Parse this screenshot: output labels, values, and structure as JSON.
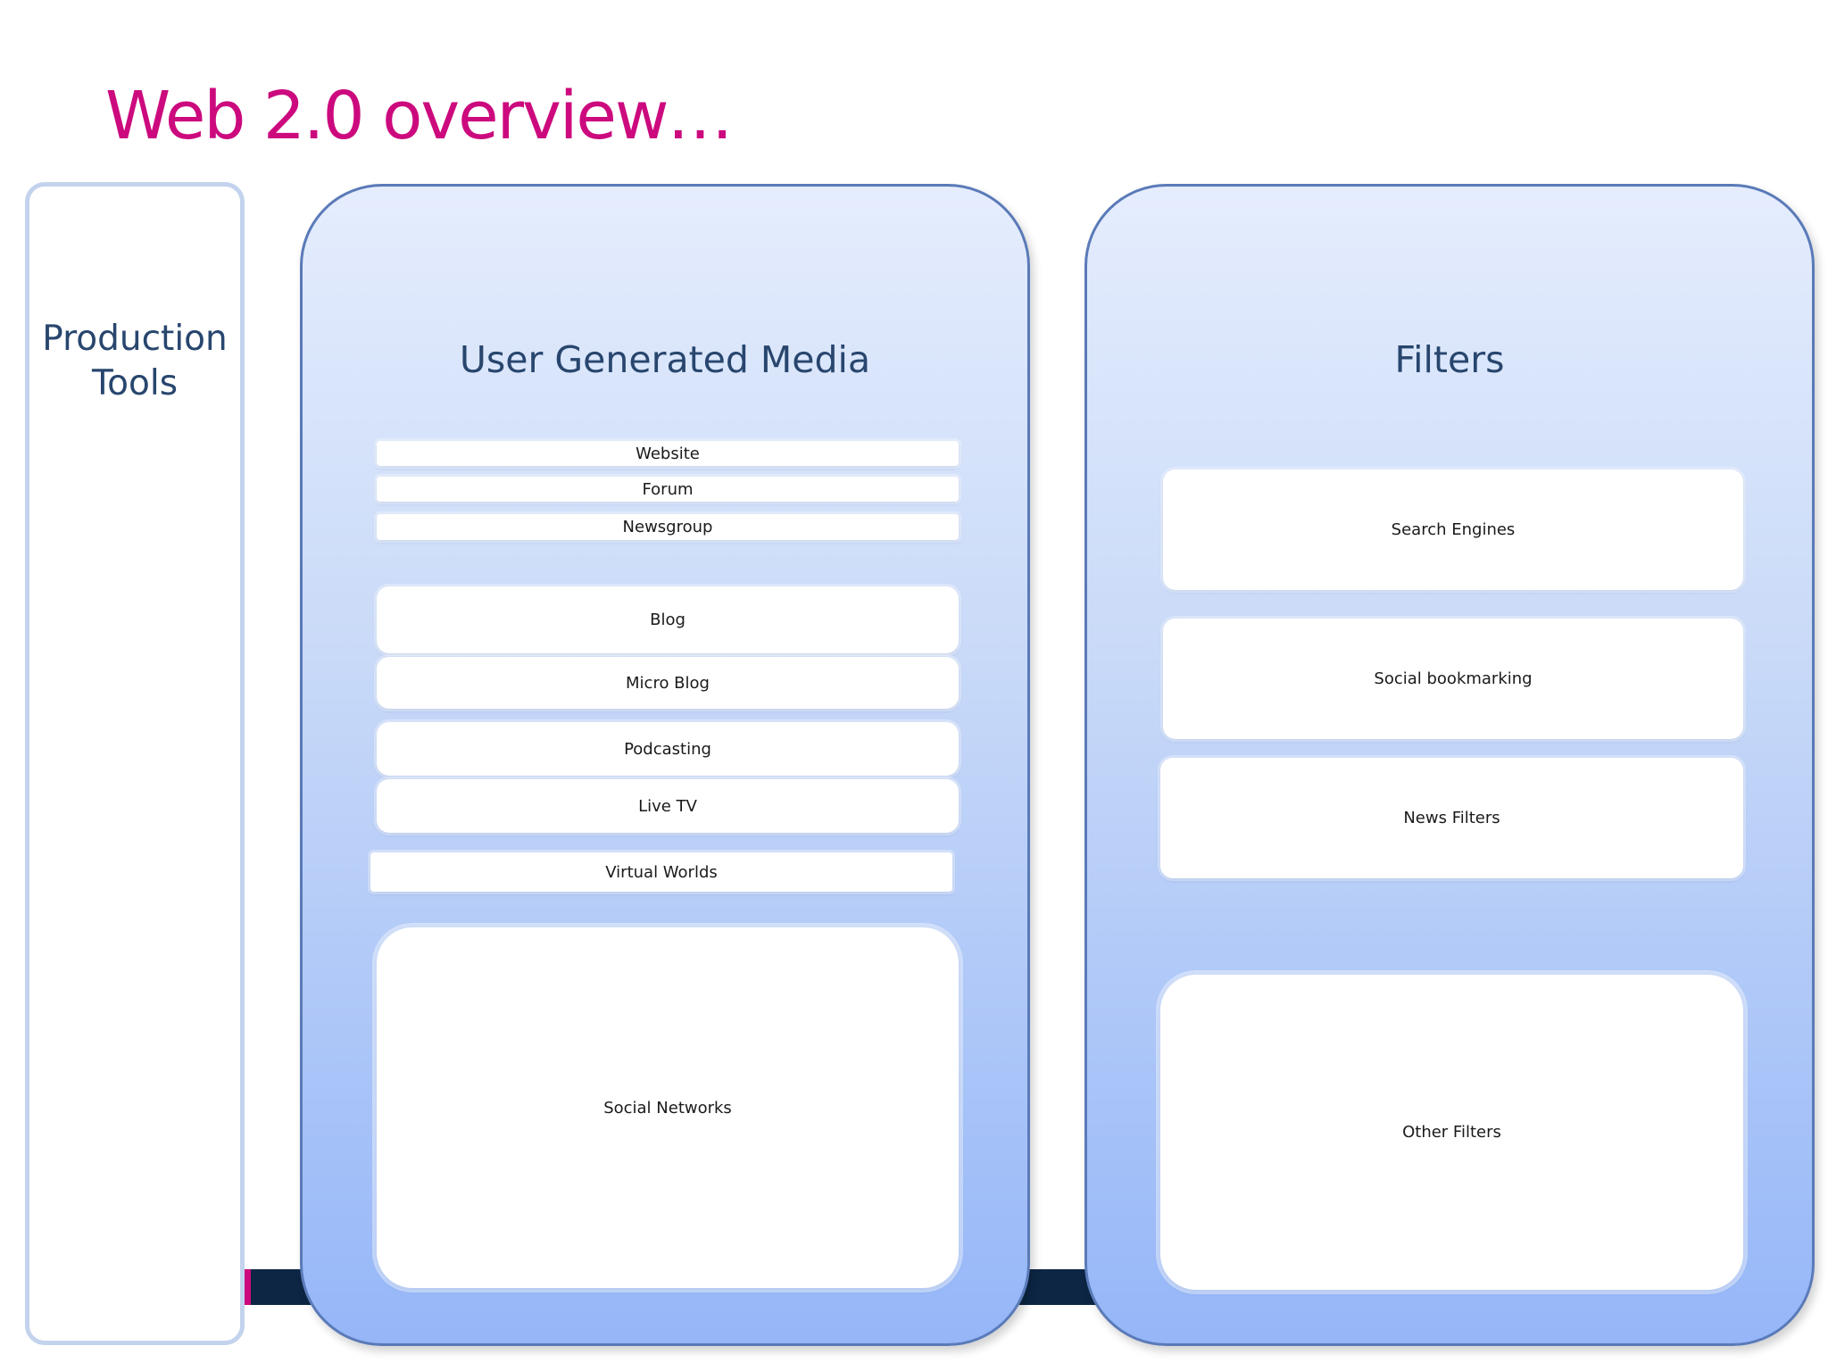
{
  "title": "Web 2.0 overview…",
  "production_tools": {
    "label": "Production\nTools"
  },
  "user_generated_media": {
    "title": "User Generated Media",
    "items": [
      "Website",
      "Forum",
      "Newsgroup",
      "Blog",
      "Micro Blog",
      "Podcasting",
      "Live TV",
      "Virtual Worlds",
      "Social Networks"
    ]
  },
  "filters": {
    "title": "Filters",
    "items": [
      "Search Engines",
      "Social bookmarking",
      "News Filters",
      "Other Filters"
    ]
  },
  "colors": {
    "title": "#cc0a7e",
    "panel_text": "#28466e",
    "panel_border": "#5a7ab8",
    "gradient_top": "#e5edfd",
    "gradient_bottom": "#95b6f8",
    "bottom_bar": "#0c2644"
  }
}
